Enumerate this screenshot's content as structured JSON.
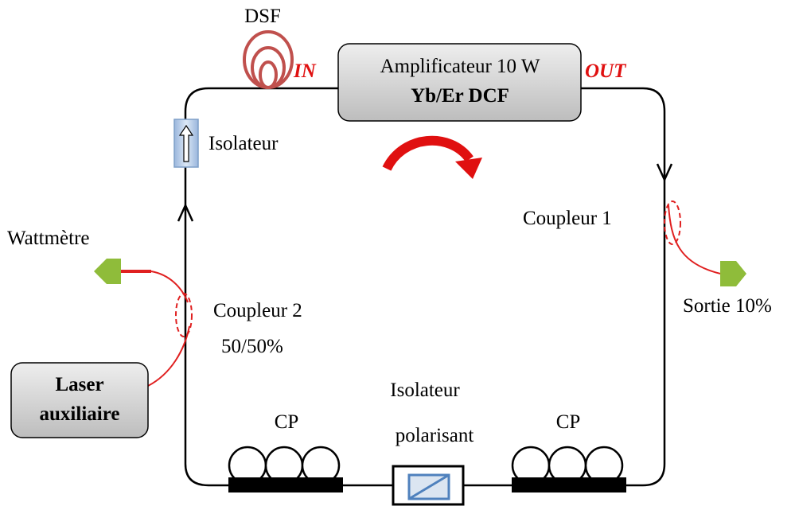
{
  "labels": {
    "dsf": "DSF",
    "in": "IN",
    "out": "OUT",
    "amp_line1": "Amplificateur 10 W",
    "amp_line2": "Yb/Er DCF",
    "isolateur": "Isolateur",
    "wattmetre": "Wattmètre",
    "coupleur1": "Coupleur 1",
    "coupleur2_line1": "Coupleur 2",
    "coupleur2_line2": "50/50%",
    "sortie": "Sortie 10%",
    "laser_line1": "Laser",
    "laser_line2": "auxiliaire",
    "cp_left": "CP",
    "cp_right": "CP",
    "isol_pol_line1": "Isolateur",
    "isol_pol_line2": "polarisant"
  },
  "colors": {
    "fiber_loop": "#000000",
    "red_fiber": "#e02020",
    "dsf_coil": "#c0504d",
    "arrow_red": "#e01010",
    "connector_green": "#8fbc3a",
    "box_fill": "#d6d6d6",
    "isolator_blue": "#b8cce4",
    "polarizer_blue": "#4f81bd"
  }
}
